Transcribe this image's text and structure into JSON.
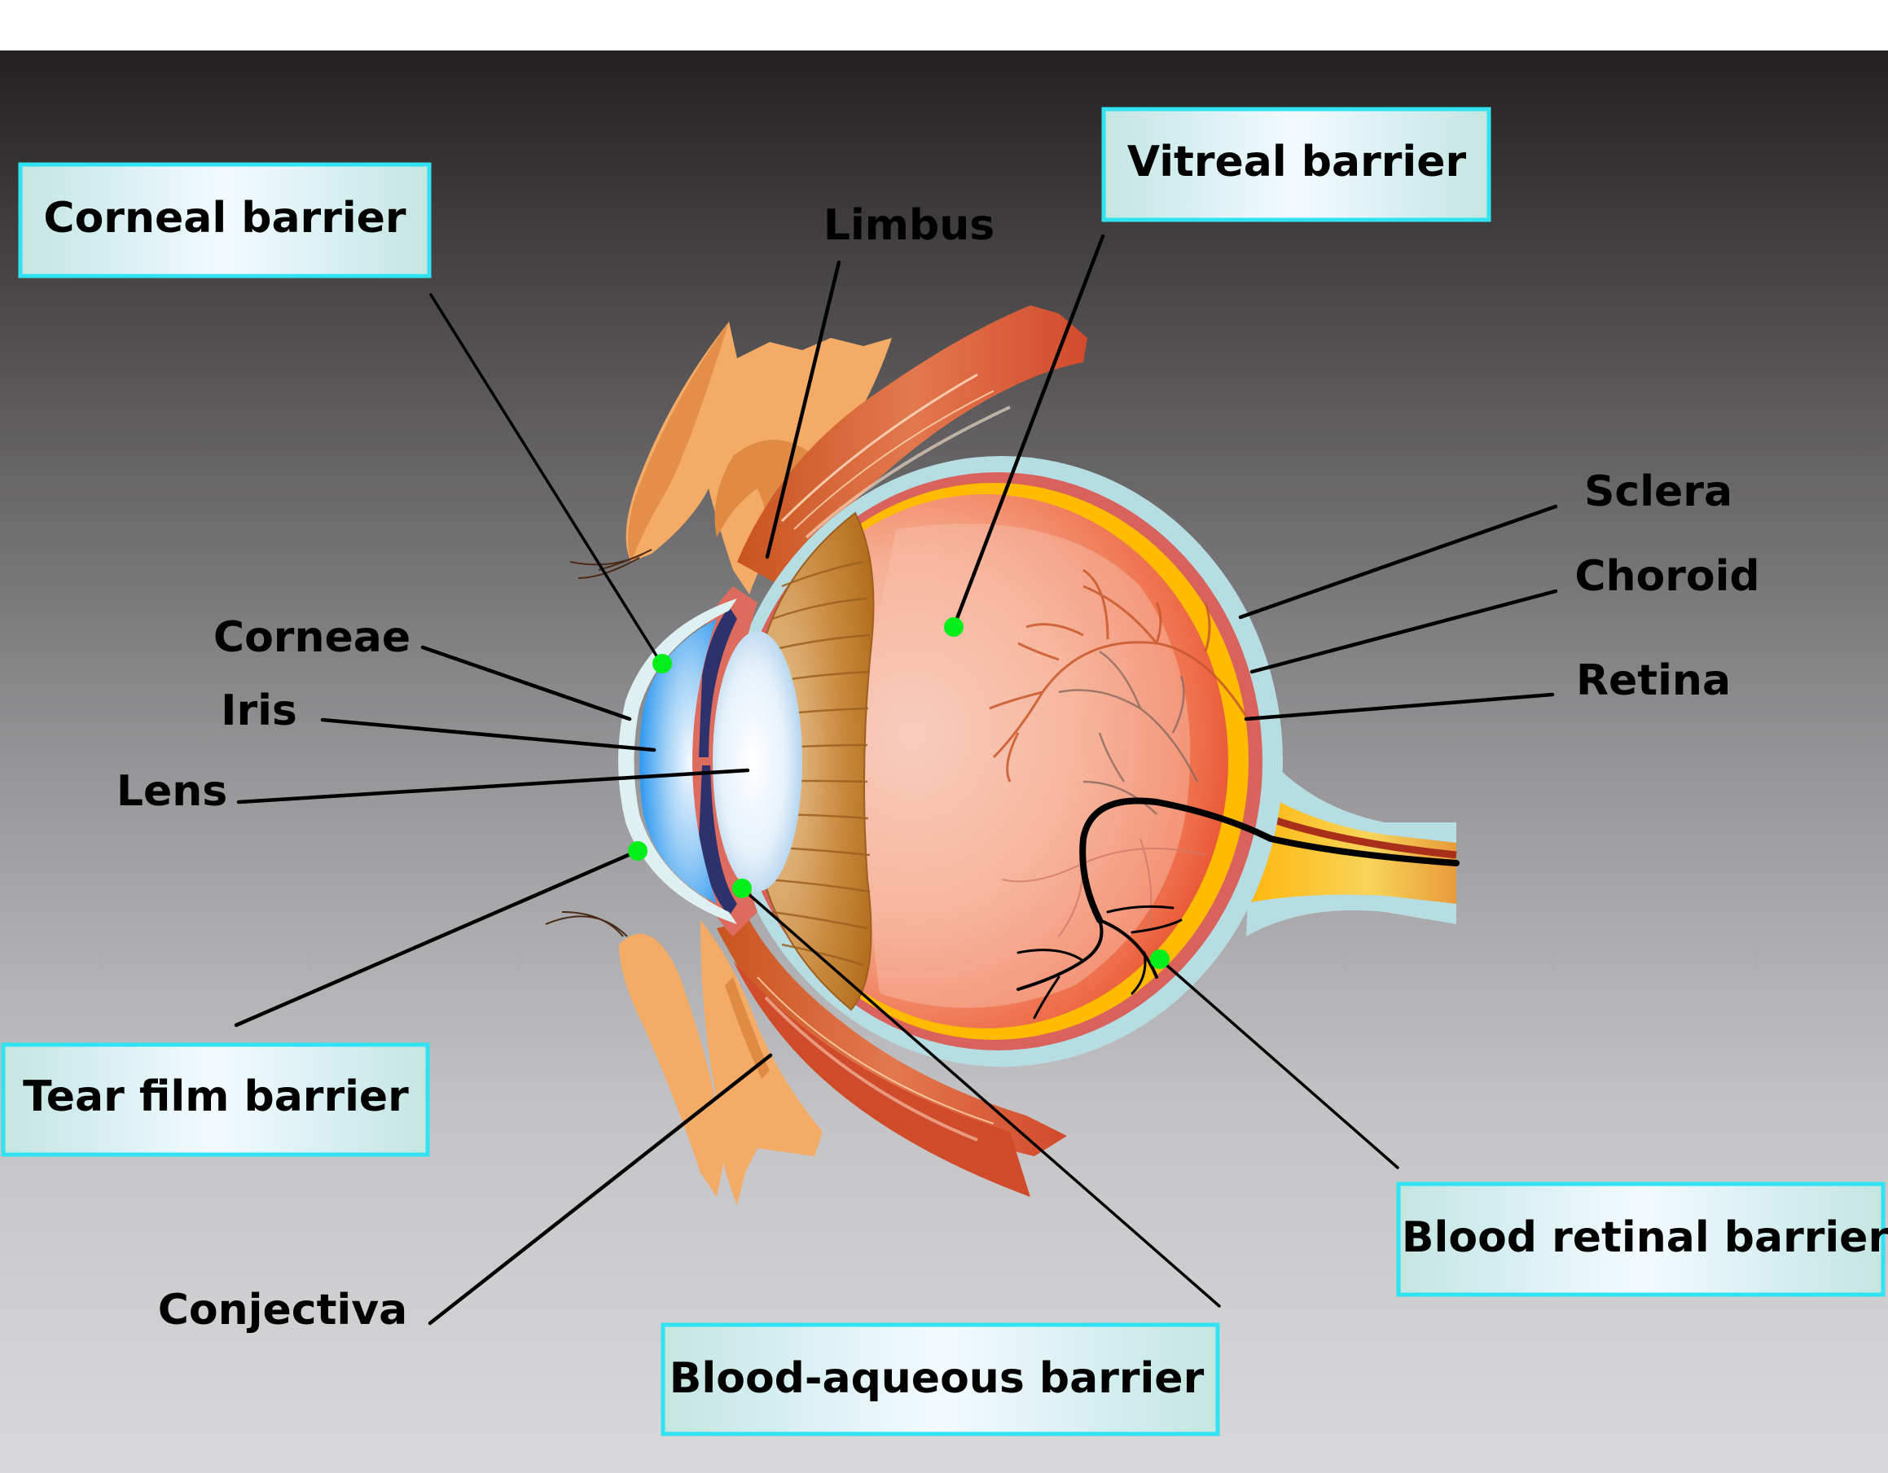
{
  "diagram": {
    "subject": "Anatomy of the eye with ocular barriers",
    "barrier_boxes": [
      {
        "id": "corneal",
        "label": "Corneal barrier"
      },
      {
        "id": "vitreal",
        "label": "Vitreal barrier"
      },
      {
        "id": "tear-film",
        "label": "Tear film barrier"
      },
      {
        "id": "blood-aqueous",
        "label": "Blood-aqueous barrier"
      },
      {
        "id": "blood-retinal",
        "label": "Blood retinal barrier"
      }
    ],
    "part_labels": [
      {
        "id": "limbus",
        "label": "Limbus"
      },
      {
        "id": "corneae",
        "label": "Corneae"
      },
      {
        "id": "iris",
        "label": "Iris"
      },
      {
        "id": "lens",
        "label": "Lens"
      },
      {
        "id": "sclera",
        "label": "Sclera"
      },
      {
        "id": "choroid",
        "label": "Choroid"
      },
      {
        "id": "retina",
        "label": "Retina"
      },
      {
        "id": "conjectiva",
        "label": "Conjectiva"
      }
    ],
    "marker_icon": "green-dot",
    "colors": {
      "background_top": "#242021",
      "background_bottom": "#d9d9db",
      "box_border": "#2fe3f2",
      "box_fill_center": "#f2fbff",
      "box_fill_edge": "#c5e5df",
      "marker": "#00ee1a",
      "sclera": "#b6dde2",
      "choroid": "#d9625c",
      "retina_band": "#ffbb00",
      "vitreous": "#f49a7a",
      "lens": "#e8f3fb",
      "cornea": "#3ea6ef",
      "ciliary": "#c68438",
      "eyelid": "#f2a865",
      "muscle": "#d4583a"
    }
  }
}
